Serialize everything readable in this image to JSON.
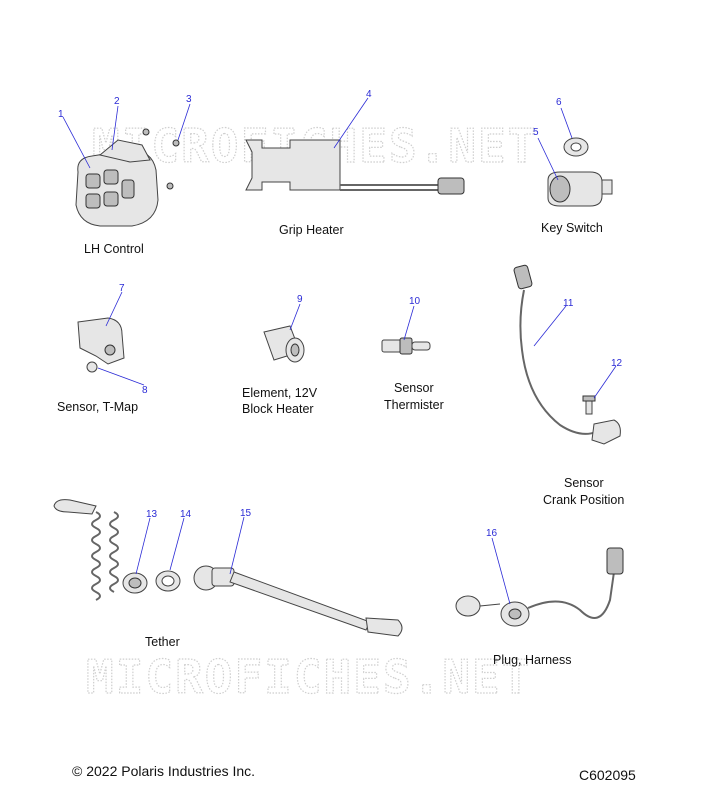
{
  "watermark": "MICROFICHES.NET",
  "footer": {
    "copyright": "© 2022 Polaris Industries Inc.",
    "code": "C602095"
  },
  "groups": {
    "lh_control": "LH Control",
    "grip_heater": "Grip Heater",
    "key_switch": "Key Switch",
    "sensor_tmap": "Sensor, T-Map",
    "element_line1": "Element, 12V",
    "element_line2": "Block Heater",
    "thermister_line1": "Sensor",
    "thermister_line2": "Thermister",
    "crank_line1": "Sensor",
    "crank_line2": "Crank Position",
    "tether": "Tether",
    "plug_harness": "Plug, Harness"
  },
  "callouts": [
    "1",
    "2",
    "3",
    "4",
    "5",
    "6",
    "7",
    "8",
    "9",
    "10",
    "11",
    "12",
    "13",
    "14",
    "15",
    "16"
  ],
  "colors": {
    "callout": "#2b2bd6",
    "text": "#111111",
    "watermark": "#cfcfcf"
  }
}
